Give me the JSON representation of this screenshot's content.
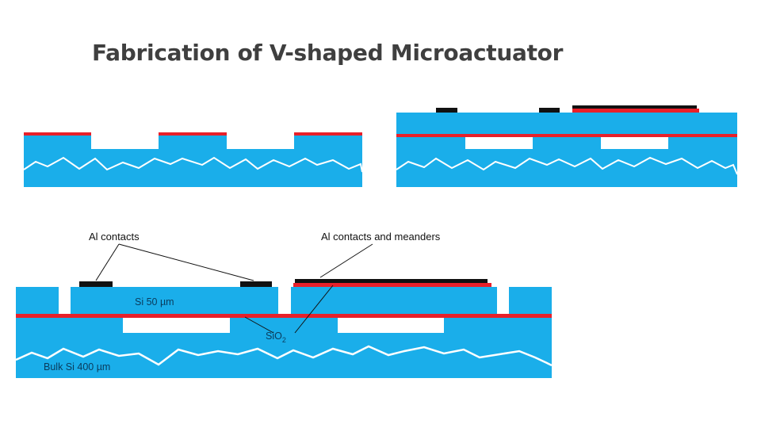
{
  "title": "Fabrication of V-shaped Microactuator",
  "labels": {
    "al_contacts": "Al contacts",
    "al_contacts_meanders": "Al contacts and meanders",
    "si_layer": "Si 50 µm",
    "sio2_base": "SiO",
    "sio2_sub": "2",
    "bulk_si": "Bulk Si 400 µm"
  },
  "colors": {
    "silicon": "#1aaeea",
    "oxide": "#e8202a",
    "aluminum": "#111111",
    "fracture_line": "#ffffff"
  }
}
